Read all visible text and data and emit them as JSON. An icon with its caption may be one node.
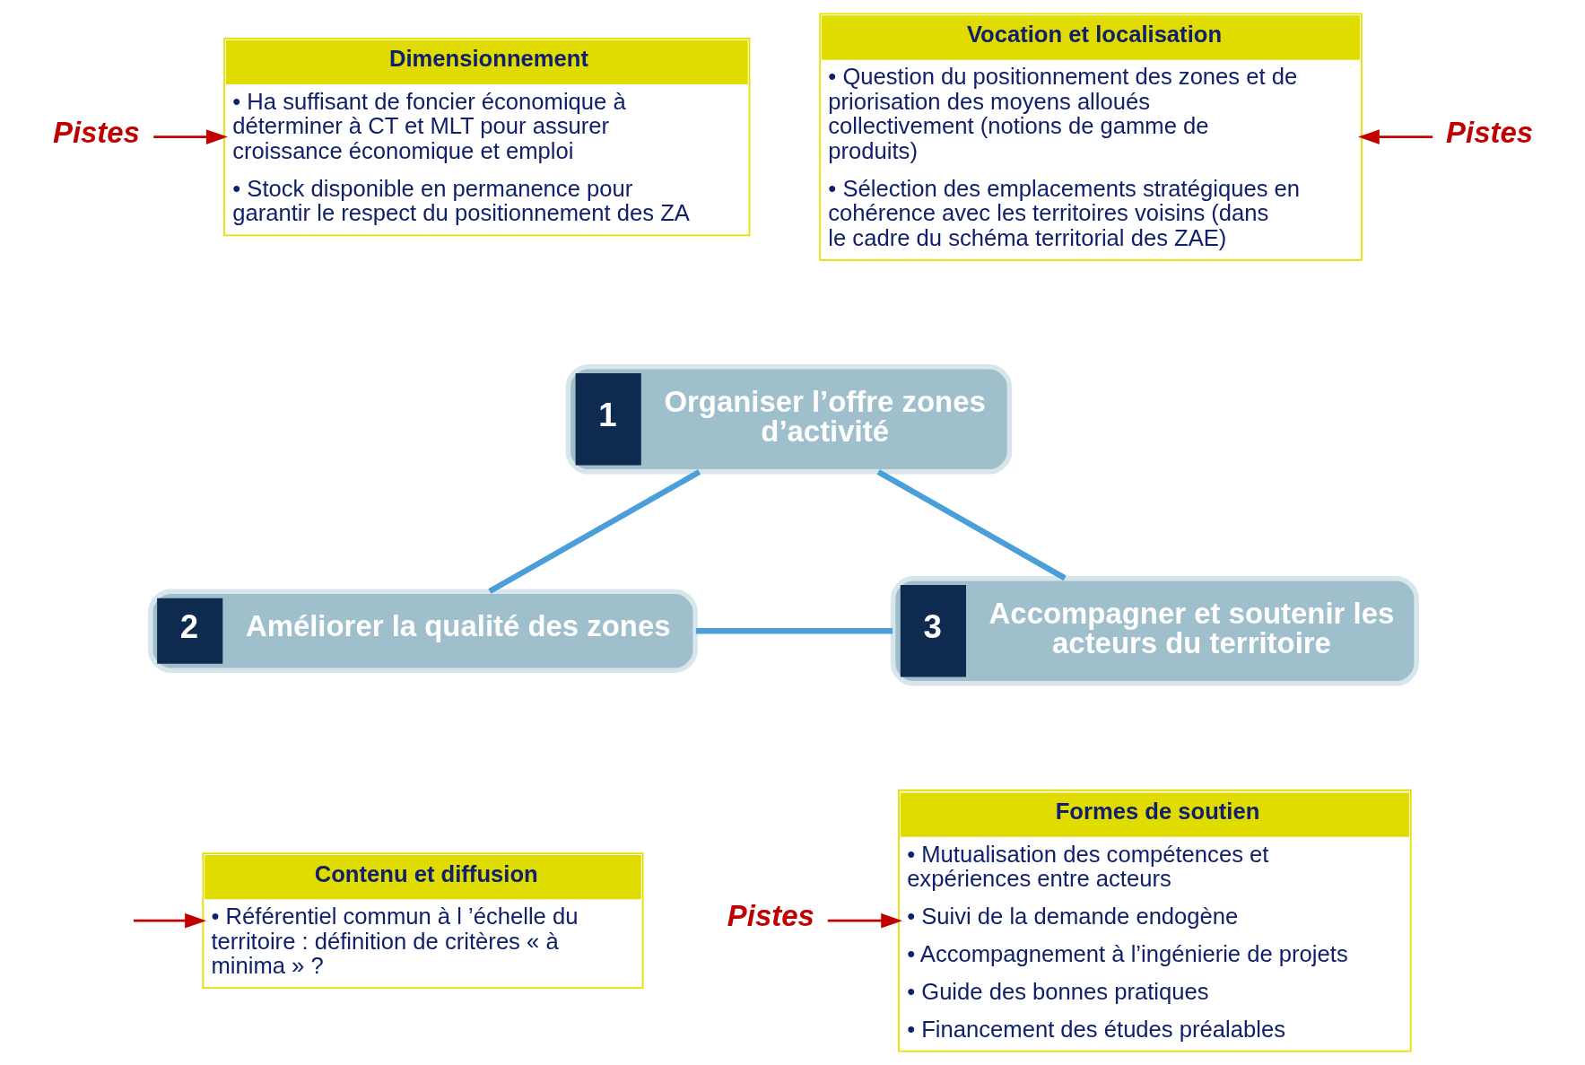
{
  "diagram": {
    "nodes": [
      {
        "text": [
          "Dimensionnement",
          "• Ha suffisant de foncier économique à déterminer à CT et MLT pour assurer croissance économique et emploi",
          "• Stock disponible en permanence pour garantir le respect du positionnement des ZA"
        ]
      },
      {
        "text": [
          "Vocation et localisation",
          "• Question du positionnement des zones et de priorisation des moyens alloués collectivement (notions de gamme de produits)",
          "• Sélection des emplacements stratégiques en cohérence avec les territoires voisins (dans le cadre du schéma territorial des ZAE)"
        ]
      },
      {
        "text": [
          "Pistes"
        ]
      },
      {
        "text": [
          "Pistes"
        ]
      },
      {
        "text": [
          "1",
          "Organiser l’offre zones d’activité"
        ]
      },
      {
        "text": [
          "2",
          "Améliorer la qualité des zones"
        ]
      },
      {
        "text": [
          "3",
          "Accompagner et soutenir les acteurs du territoire"
        ]
      },
      {
        "text": [
          "Contenu et diffusion",
          "• Référentiel commun à l ’échelle du territoire : définition de critères « à minima » ?"
        ]
      },
      {
        "text": [
          "Pistes"
        ]
      },
      {
        "text": [
          "Formes de soutien",
          "• Mutualisation des compétences et expériences entre acteurs",
          "• Suivi de la demande endogène",
          "• Accompagnement à l’ingénierie de projets",
          "• Guide des bonnes pratiques",
          "• Financement des études préalables"
        ]
      }
    ],
    "edges": [
      {
        "from": 2,
        "to": 0,
        "arrow": "to"
      },
      {
        "from": 3,
        "to": 1,
        "arrow": "to"
      },
      {
        "from": 4,
        "to": 5,
        "arrow": "none",
        "style": "thick",
        "color": "#4a9fd8"
      },
      {
        "from": 4,
        "to": 6,
        "arrow": "none",
        "style": "thick",
        "color": "#4a9fd8"
      },
      {
        "from": 5,
        "to": 6,
        "arrow": "none",
        "style": "thick",
        "color": "#4a9fd8"
      },
      {
        "from": null,
        "to": 7,
        "arrow": "to"
      },
      {
        "from": 8,
        "to": 9,
        "arrow": "to"
      }
    ]
  }
}
